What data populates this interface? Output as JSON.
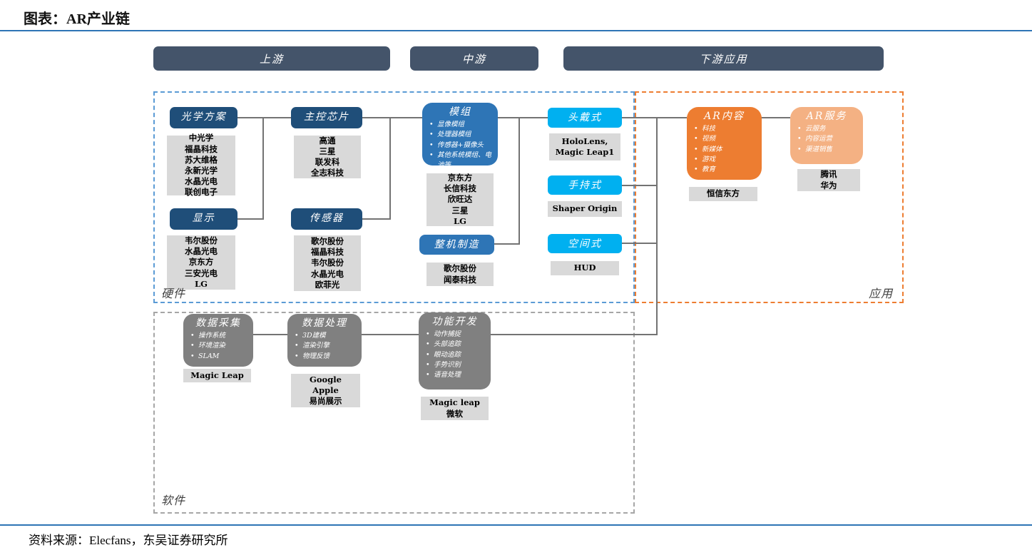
{
  "title": "图表：AR产业链",
  "source": "资料来源：Elecfans，东吴证券研究所",
  "headers": {
    "upstream": "上游",
    "midstream": "中游",
    "downstream": "下游应用"
  },
  "sections": {
    "hardware": "硬件",
    "software": "软件",
    "application": "应用"
  },
  "colors": {
    "rule_blue": "#2e74b5",
    "header_bar": "#44546a",
    "navy_node": "#1f4e79",
    "medium_blue_node": "#2e75b6",
    "cyan_node": "#00b0f0",
    "orange_node": "#ed7d31",
    "light_orange_node": "#f4b183",
    "gray_node": "#808080",
    "company_box": "#d9d9d9",
    "hardware_dash": "#5b9bd5",
    "application_dash": "#ed7d31",
    "software_dash": "#a6a6a6",
    "connector": "#737373"
  },
  "nodes": {
    "optics": {
      "title": "光学方案",
      "companies": [
        "中光学",
        "福晶科技",
        "苏大维格",
        "永新光学",
        "水晶光电",
        "联创电子"
      ]
    },
    "chip": {
      "title": "主控芯片",
      "companies": [
        "高通",
        "三星",
        "联发科",
        "全志科技"
      ]
    },
    "display": {
      "title": "显示",
      "companies": [
        "韦尔股份",
        "水晶光电",
        "京东方",
        "三安光电",
        "LG"
      ]
    },
    "sensor": {
      "title": "传感器",
      "companies": [
        "歌尔股份",
        "福晶科技",
        "韦尔股份",
        "水晶光电",
        "欧菲光"
      ]
    },
    "module": {
      "title": "模组",
      "bullets": [
        "显像模组",
        "处理器模组",
        "传感器+摄像头",
        "其他系统模组、电池等"
      ],
      "companies": [
        "京东方",
        "长信科技",
        "欣旺达",
        "三星",
        "LG"
      ]
    },
    "assembly": {
      "title": "整机制造",
      "companies": [
        "歌尔股份",
        "闻泰科技"
      ]
    },
    "headset": {
      "title": "头戴式",
      "companies": [
        "HoloLens,",
        "Magic Leap1"
      ]
    },
    "handheld": {
      "title": "手持式",
      "companies": [
        "Shaper Origin"
      ]
    },
    "spatial": {
      "title": "空间式",
      "companies": [
        "HUD"
      ]
    },
    "ar_content": {
      "title": "AR内容",
      "bullets": [
        "科技",
        "视频",
        "新媒体",
        "游戏",
        "教育"
      ],
      "companies": [
        "恒信东方"
      ]
    },
    "ar_service": {
      "title": "AR服务",
      "bullets": [
        "云服务",
        "内容运营",
        "渠道销售"
      ],
      "companies": [
        "腾讯",
        "华为"
      ]
    },
    "collect": {
      "title": "数据采集",
      "bullets": [
        "操作系统",
        "环境渲染",
        "SLAM"
      ],
      "companies": [
        "Magic Leap"
      ]
    },
    "process": {
      "title": "数据处理",
      "bullets": [
        "3D建模",
        "渲染引擎",
        "物理反馈"
      ],
      "companies": [
        "Google",
        "Apple",
        "易尚展示"
      ]
    },
    "develop": {
      "title": "功能开发",
      "bullets": [
        "动作捕捉",
        "头部追踪",
        "眼动追踪",
        "手势识别",
        "语音处理"
      ],
      "companies": [
        "Magic leap",
        "微软"
      ]
    }
  }
}
